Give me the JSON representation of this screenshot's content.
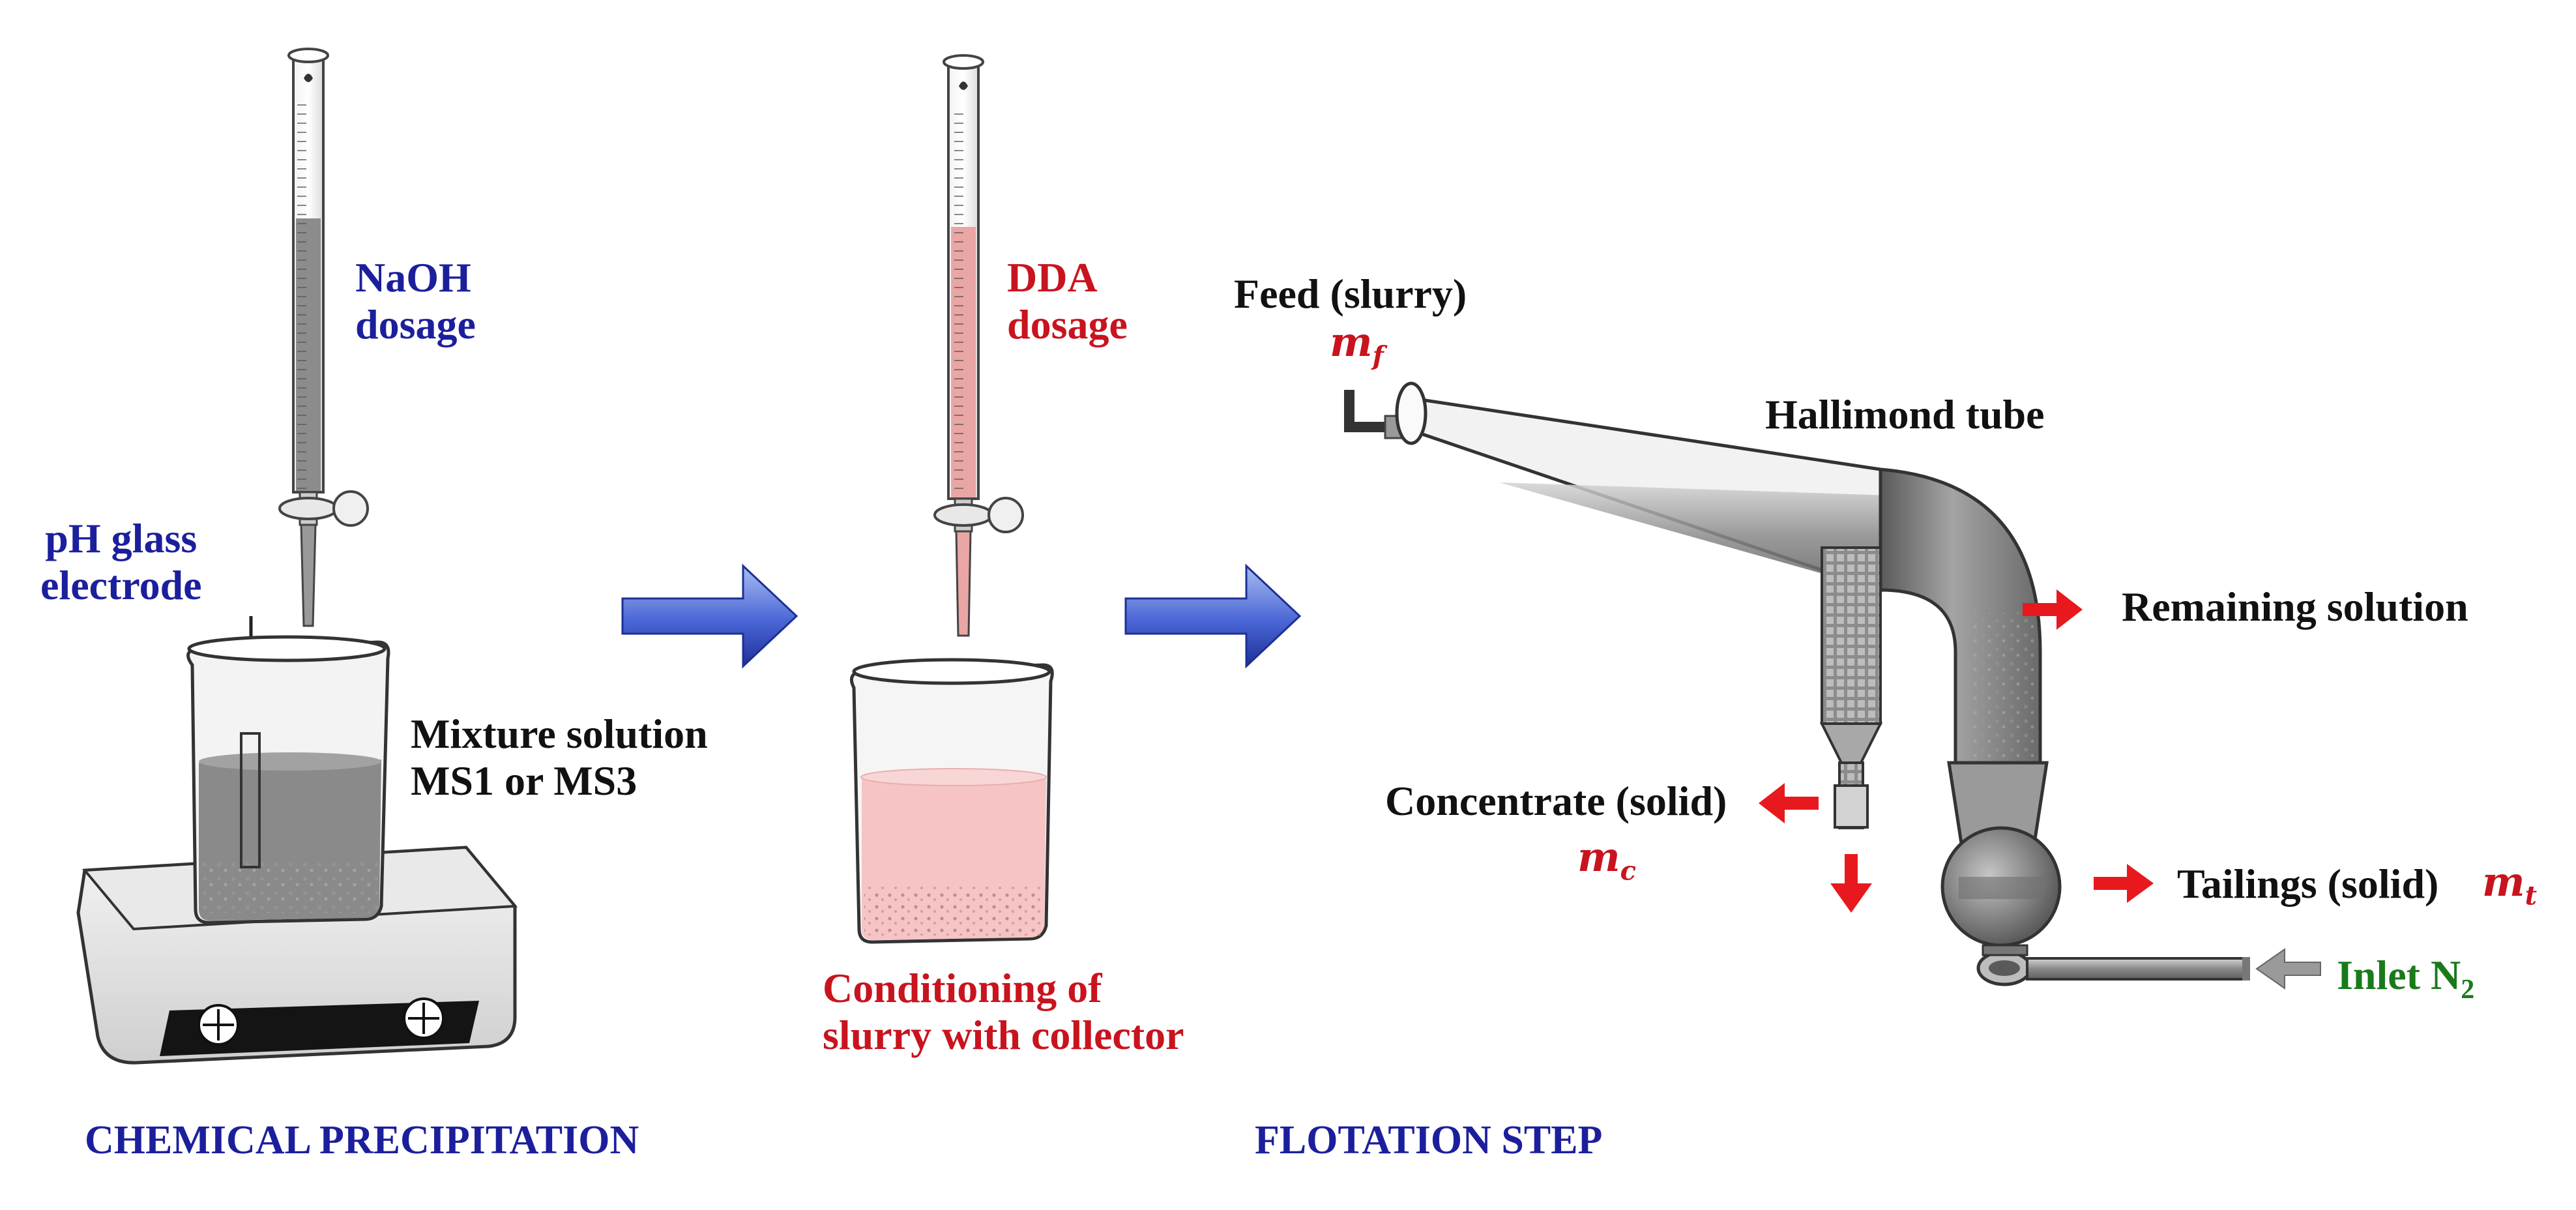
{
  "labels": {
    "naoh_line1": "NaOH",
    "naoh_line2": "dosage",
    "ph_line1": "pH glass",
    "ph_line2": "electrode",
    "mixture_line1": "Mixture solution",
    "mixture_line2": "MS1 or MS3",
    "dda_line1": "DDA",
    "dda_line2": "dosage",
    "conditioning_line1": "Conditioning of",
    "conditioning_line2": "slurry with collector",
    "feed": "Feed (slurry)",
    "m_feed": "m",
    "m_feed_sub": "f",
    "hallimond": "Hallimond tube",
    "remaining": "Remaining solution",
    "concentrate": "Concentrate (solid)",
    "m_conc": "m",
    "m_conc_sub": "c",
    "tailings": "Tailings (solid)",
    "m_tail": "m",
    "m_tail_sub": "t",
    "inlet": "Inlet N",
    "inlet_sub": "2",
    "step1": "CHEMICAL PRECIPITATION",
    "step2": "FLOTATION STEP"
  },
  "colors": {
    "blue_text": "#1c1f9c",
    "red_text": "#c8141e",
    "green_text": "#1a7a1a",
    "naoh_fill": "#808080",
    "dda_fill": "#e8a0a0",
    "slurry_pink": "#f6c4c4",
    "arrow_blue": "#3a55c8",
    "arrow_red": "#e8191e"
  }
}
